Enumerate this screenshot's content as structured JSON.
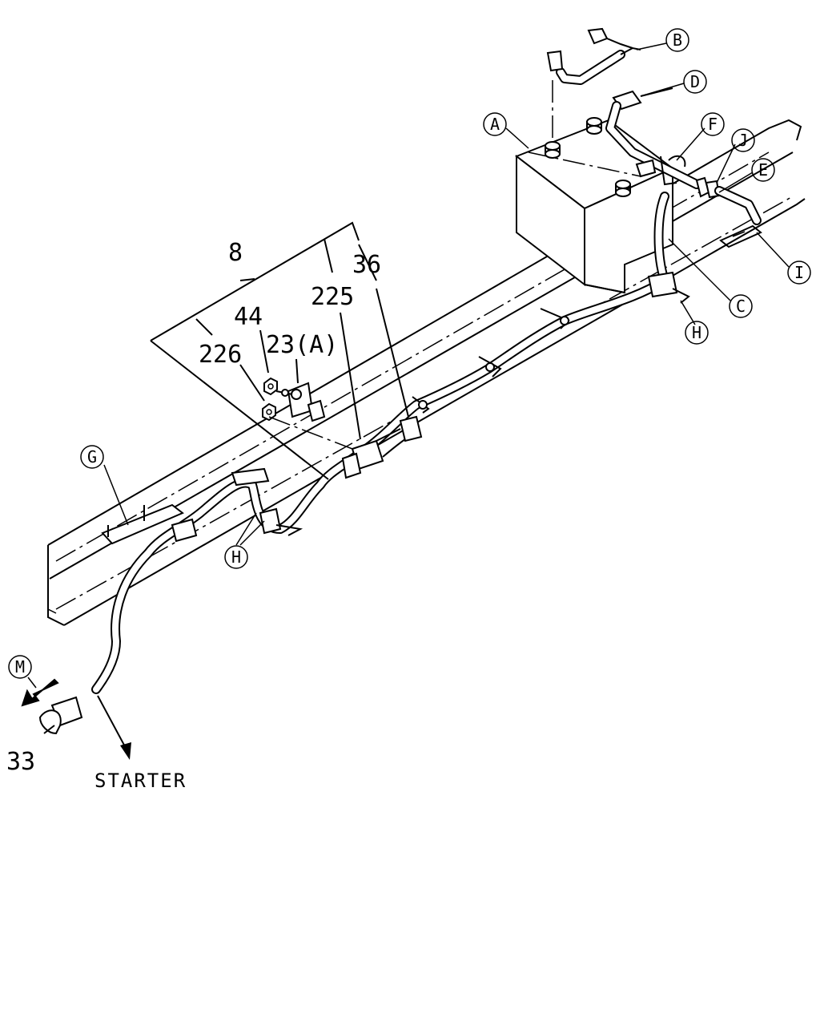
{
  "labels": {
    "n8": "8",
    "n36": "36",
    "n225": "225",
    "n44": "44",
    "n23a": "23(A)",
    "n226": "226",
    "n33": "33",
    "starter": "STARTER"
  },
  "callouts": {
    "A": "A",
    "B": "B",
    "C": "C",
    "D": "D",
    "E": "E",
    "F": "F",
    "G": "G",
    "H1": "H",
    "H2": "H",
    "I": "I",
    "J": "J",
    "M": "M"
  }
}
